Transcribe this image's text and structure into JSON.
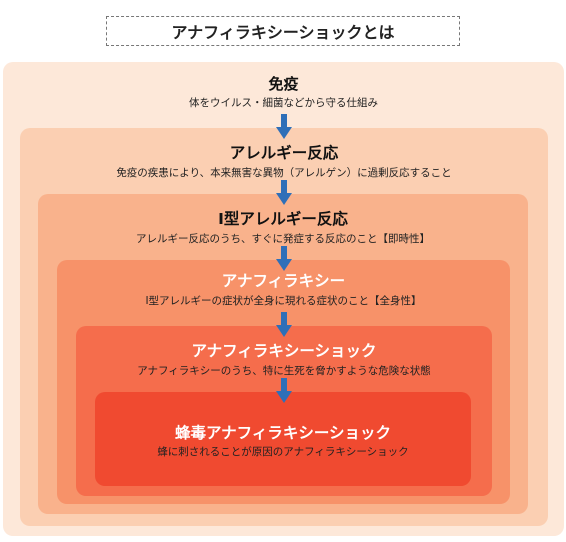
{
  "title": "アナフィラキシーショックとは",
  "levels": [
    {
      "heading": "免疫",
      "description": "体をウイルス・細菌などから守る仕組み"
    },
    {
      "heading": "アレルギー反応",
      "description": "免疫の疾患により、本来無害な異物（アレルゲン）に過剰反応すること"
    },
    {
      "heading": "Ⅰ型アレルギー反応",
      "description": "アレルギー反応のうち、すぐに発症する反応のこと【即時性】"
    },
    {
      "heading": "アナフィラキシー",
      "description": "Ⅰ型アレルギーの症状が全身に現れる症状のこと【全身性】"
    },
    {
      "heading": "アナフィラキシーショック",
      "description": "アナフィラキシーのうち、特に生死を脅かすような危険な状態"
    },
    {
      "heading": "蜂毒アナフィラキシーショック",
      "description": "蜂に刺されることが原因のアナフィラキシーショック"
    }
  ],
  "colors": {
    "arrow": "#2f6fb8",
    "level1": "#fde8d9",
    "level2": "#fbcfb2",
    "level3": "#f9b28c",
    "level4": "#f79269",
    "level5": "#f56d4c",
    "level6": "#f04a30"
  }
}
